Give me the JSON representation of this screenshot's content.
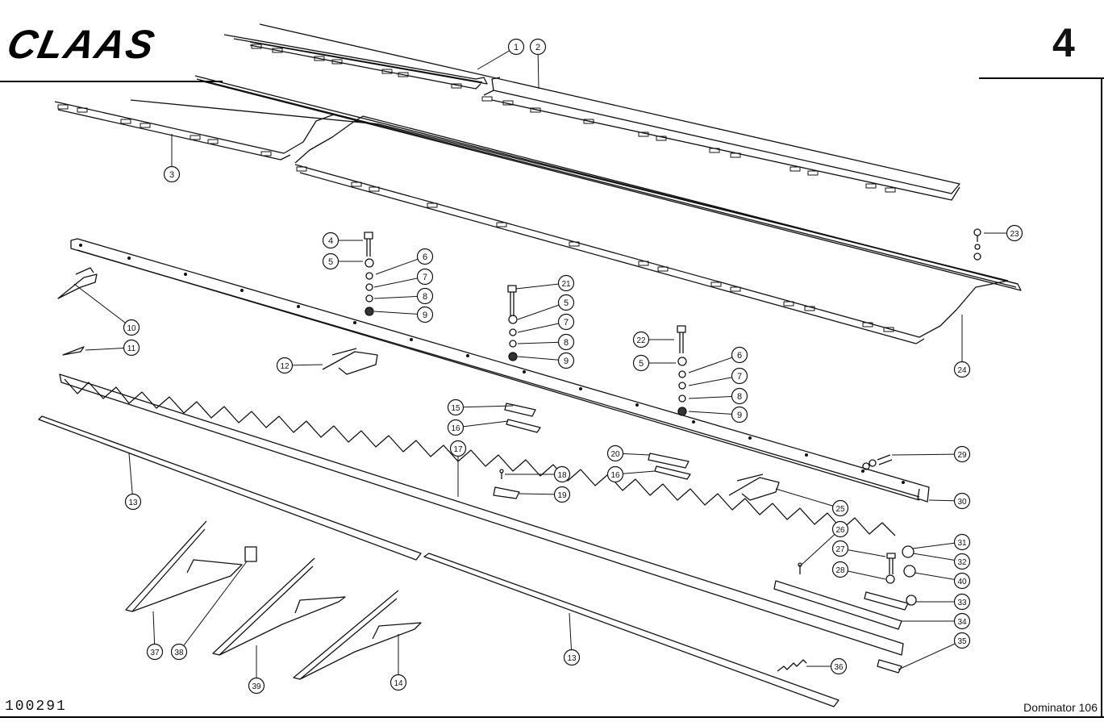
{
  "header": {
    "brand": "CLAAS",
    "page_number": "4"
  },
  "footer": {
    "drawing_number": "100291",
    "model": "Dominator 106"
  },
  "callouts": [
    "1",
    "2",
    "3",
    "4",
    "5",
    "6",
    "7",
    "8",
    "9",
    "10",
    "11",
    "12",
    "13",
    "15",
    "16",
    "17",
    "21",
    "5",
    "7",
    "8",
    "9",
    "22",
    "5",
    "6",
    "7",
    "8",
    "9",
    "16",
    "18",
    "19",
    "20",
    "23",
    "24",
    "25",
    "26",
    "27",
    "28",
    "29",
    "30",
    "31",
    "32",
    "33",
    "34",
    "35",
    "36",
    "40",
    "13",
    "37",
    "38",
    "39",
    "14"
  ]
}
